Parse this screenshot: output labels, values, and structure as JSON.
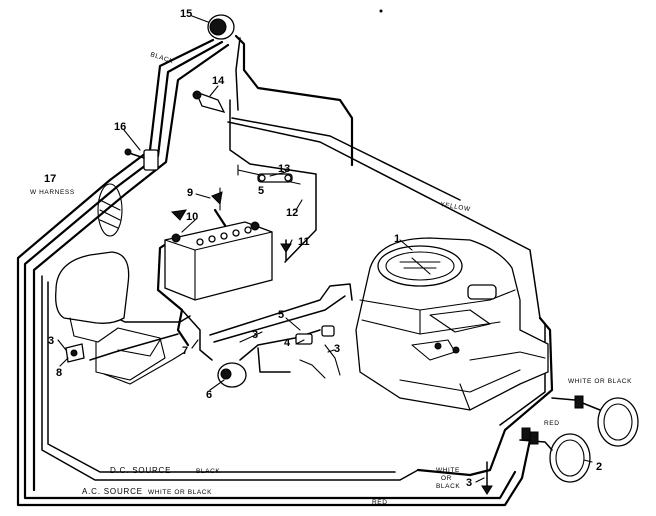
{
  "callouts": {
    "n1": "1",
    "n2": "2",
    "n3a": "3",
    "n3b": "3",
    "n3c": "3",
    "n3d": "3",
    "n4": "4",
    "n5a": "5",
    "n5b": "5",
    "n6": "6",
    "n7": "7",
    "n8": "8",
    "n9": "9",
    "n10": "10",
    "n11": "11",
    "n12": "12",
    "n13": "13",
    "n14": "14",
    "n15": "15",
    "n16": "16",
    "n17": "17"
  },
  "wire_labels": {
    "black_top": "BLACK",
    "harness": "W HARNESS",
    "yellow": "YELLOW",
    "white_or_black_right": "WHITE OR BLACK",
    "red_right": "RED",
    "white_or_black_bottom_1": "WHITE",
    "white_or_black_bottom_2": "OR",
    "white_or_black_bottom_3": "BLACK",
    "dc_source": "D.C. SOURCE",
    "dc_black": "BLACK",
    "ac_source": "A.C. SOURCE",
    "ac_white_or_black": "WHITE OR BLACK",
    "red_bottom": "RED"
  },
  "colors": {
    "ink": "#000000",
    "paper": "#ffffff"
  }
}
